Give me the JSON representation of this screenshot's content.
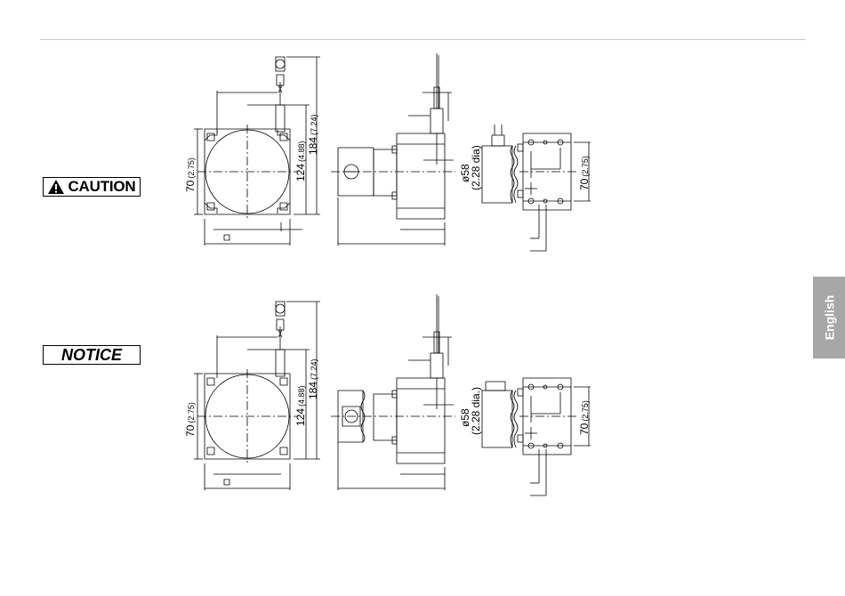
{
  "caution_label": "CAUTION",
  "notice_label": "NOTICE",
  "language_tab": "English",
  "upper_drawing": {
    "dim_70": "70",
    "dim_70_in": "(2.75)",
    "dim_124": "124",
    "dim_124_in": "(4.88)",
    "dim_184": "184",
    "dim_184_in": "(7.24)",
    "dim_dia": "ø58",
    "dim_dia_in": "(2.28 dia)",
    "dim_70_side": "70",
    "dim_70_side_in": "(2.75)"
  },
  "lower_drawing": {
    "dim_70": "70",
    "dim_70_in": "(2.75)",
    "dim_124": "124",
    "dim_124_in": "(4.88)",
    "dim_184": "184",
    "dim_184_in": "(7.24)",
    "dim_dia": "ø58",
    "dim_dia_in": "(2.28 dia.)",
    "dim_70_side": "70",
    "dim_70_side_in": "(2.75)"
  },
  "colors": {
    "tab_background": "#a7a7a7",
    "rule": "#c8c8c8"
  }
}
